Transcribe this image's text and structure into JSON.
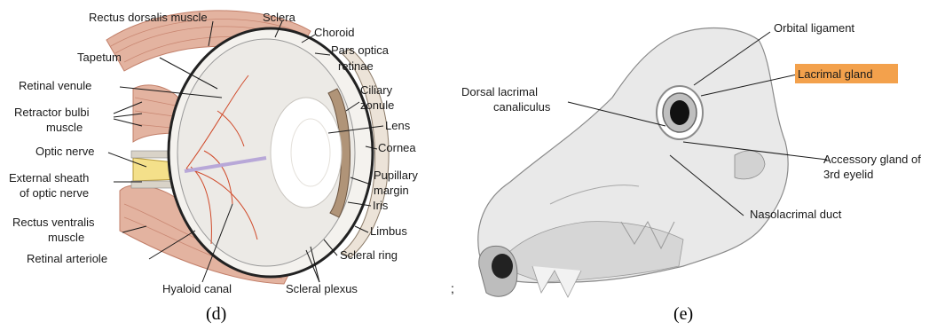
{
  "panel_d": {
    "caption": "(d)",
    "labels": {
      "rectus_dorsalis": "Rectus dorsalis muscle",
      "sclera": "Sclera",
      "choroid": "Choroid",
      "pars_optica_1": "Pars optica",
      "pars_optica_2": "retinae",
      "tapetum": "Tapetum",
      "ciliary_1": "Ciliary",
      "ciliary_2": "zonule",
      "retinal_venule": "Retinal venule",
      "retractor_1": "Retractor bulbi",
      "retractor_2": "muscle",
      "lens": "Lens",
      "optic_nerve": "Optic nerve",
      "cornea": "Cornea",
      "pupillary_1": "Pupillary",
      "pupillary_2": "margin",
      "ext_sheath_1": "External sheath",
      "ext_sheath_2": "of optic nerve",
      "iris": "Iris",
      "rectus_ventralis_1": "Rectus ventralis",
      "rectus_ventralis_2": "muscle",
      "limbus": "Limbus",
      "retinal_arteriole": "Retinal arteriole",
      "scleral_ring": "Scleral ring",
      "hyaloid_canal": "Hyaloid canal",
      "scleral_plexus": "Scleral plexus"
    }
  },
  "panel_e": {
    "caption": "(e)",
    "labels": {
      "orbital_ligament": "Orbital ligament",
      "lacrimal_gland": "Lacrimal gland",
      "dorsal_lacrimal_1": "Dorsal lacrimal",
      "dorsal_lacrimal_2": "canaliculus",
      "accessory_1": "Accessory gland of",
      "accessory_2": "3rd eyelid",
      "nasolacrimal_duct": "Nasolacrimal duct"
    },
    "highlight_color": "#f3a14c"
  },
  "stray_mark": ";"
}
